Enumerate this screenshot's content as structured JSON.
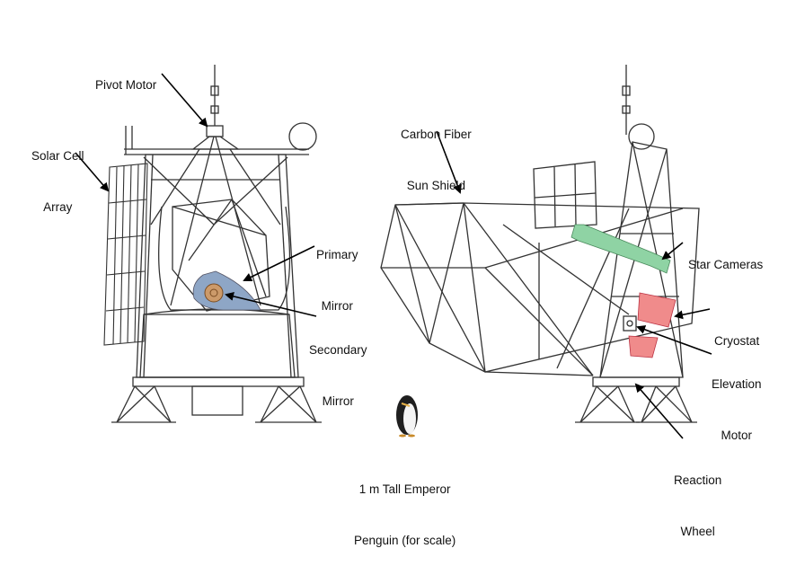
{
  "labels": {
    "pivot_motor": "Pivot Motor",
    "solar_cell_array": [
      "Solar Cell",
      "Array"
    ],
    "primary_mirror": [
      "Primary",
      "Mirror"
    ],
    "secondary_mirror": [
      "Secondary",
      "Mirror"
    ],
    "carbon_fiber_sun_shield": [
      "Carbon Fiber",
      "Sun Shield"
    ],
    "star_cameras": "Star Cameras",
    "cryostat": "Cryostat",
    "elevation_motor": [
      "Elevation",
      "Motor"
    ],
    "reaction_wheel": [
      "Reaction",
      "Wheel"
    ],
    "penguin_caption": [
      "1 m Tall Emperor",
      "Penguin (for scale)"
    ]
  },
  "colors": {
    "primary_mirror": "#8ea6c6",
    "secondary_mirror": "#cc9a6a",
    "star_cameras": "#8fd3a4",
    "cryostat": "#f08b8b",
    "frame": "#333333"
  }
}
